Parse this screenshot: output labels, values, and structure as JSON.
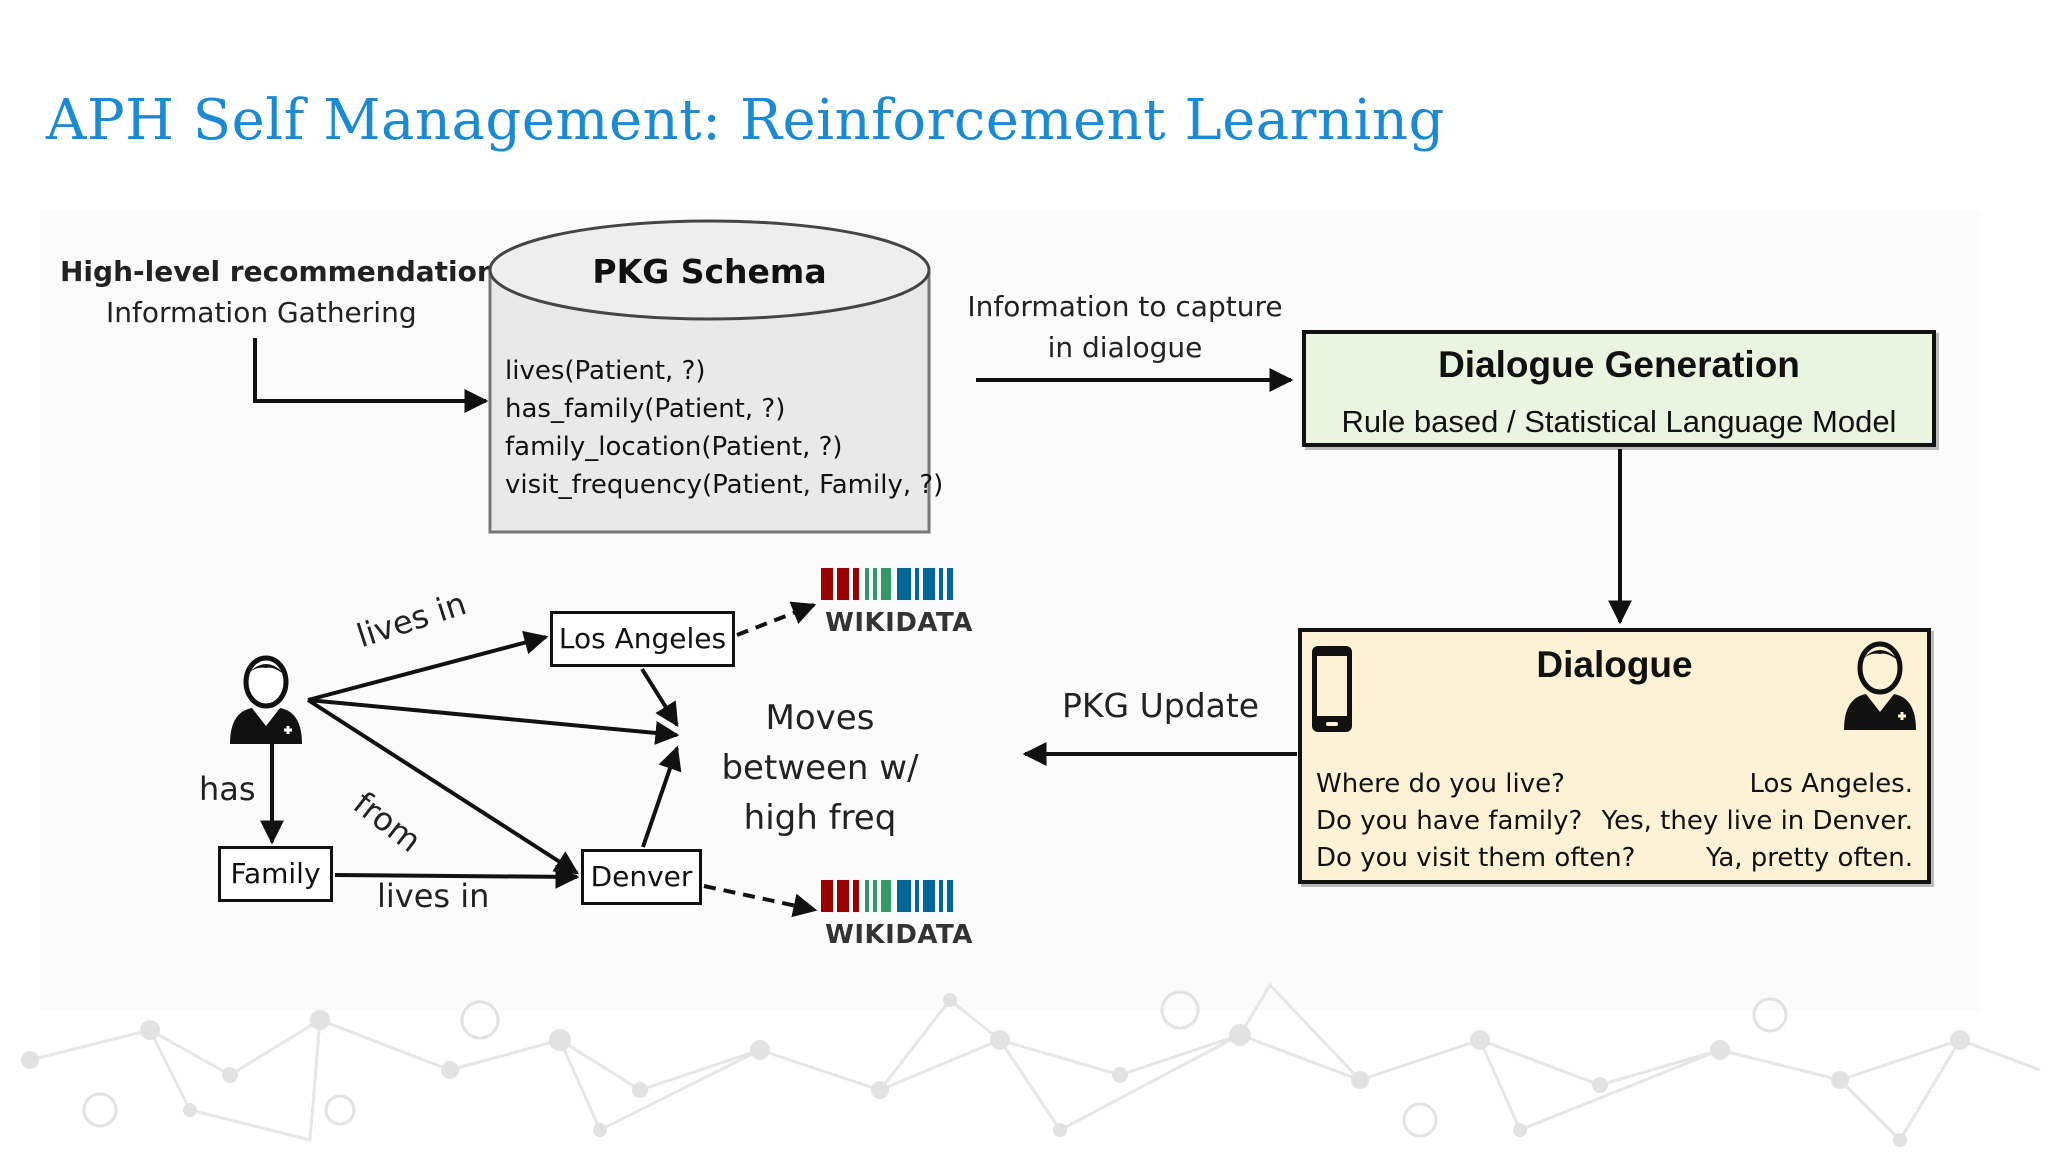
{
  "slide": {
    "title": "APH Self Management: Reinforcement Learning"
  },
  "recommendation": {
    "label": "High-level recommendation:",
    "value": "Information Gathering"
  },
  "schema": {
    "title": "PKG Schema",
    "items": [
      "lives(Patient, ?)",
      "has_family(Patient, ?)",
      "family_location(Patient, ?)",
      "visit_frequency(Patient, Family, ?)"
    ]
  },
  "capture_label": "Information to capture in dialogue",
  "dialogue_generation": {
    "title": "Dialogue Generation",
    "subtitle": "Rule based / Statistical Language Model"
  },
  "dialogue": {
    "title": "Dialogue",
    "questions": [
      "Where do you live?",
      "Do you have family?",
      "Do you visit them often?"
    ],
    "answers": [
      "Los Angeles.",
      "Yes, they live in Denver.",
      "Ya, pretty often."
    ]
  },
  "pkg_update_label": "PKG Update",
  "graph": {
    "nodes": {
      "los_angeles": "Los Angeles",
      "denver": "Denver",
      "family": "Family"
    },
    "edges": {
      "lives_in_1": "lives in",
      "has": "has",
      "from": "from",
      "lives_in_2": "lives in"
    },
    "moves_label": "Moves between w/ high freq"
  },
  "wikidata": {
    "logo_text": "WIKIDATA"
  },
  "colors": {
    "title": "#1a8ad4",
    "dialogue_generation_fill": "#eaf5e1",
    "dialogue_fill": "#fdf2d6",
    "wikidata_red": "#990000",
    "wikidata_green": "#339966",
    "wikidata_blue": "#006699"
  },
  "icons": {
    "user": "user-icon",
    "phone": "phone-icon"
  }
}
